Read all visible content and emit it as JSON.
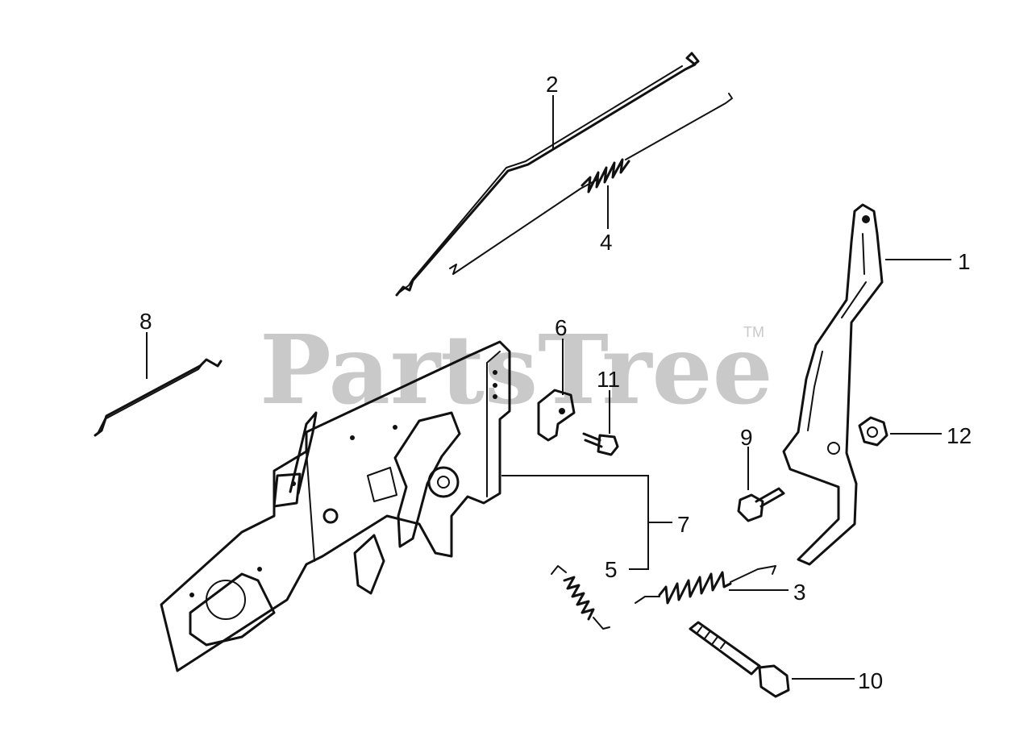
{
  "watermark": {
    "text": "PartsTree",
    "trademark": "TM"
  },
  "callouts": [
    {
      "id": "1",
      "label": "1"
    },
    {
      "id": "2",
      "label": "2"
    },
    {
      "id": "3",
      "label": "3"
    },
    {
      "id": "4",
      "label": "4"
    },
    {
      "id": "5",
      "label": "5"
    },
    {
      "id": "6",
      "label": "6"
    },
    {
      "id": "7",
      "label": "7"
    },
    {
      "id": "8",
      "label": "8"
    },
    {
      "id": "9",
      "label": "9"
    },
    {
      "id": "10",
      "label": "10"
    },
    {
      "id": "11",
      "label": "11"
    },
    {
      "id": "12",
      "label": "12"
    }
  ],
  "colors": {
    "line": "#111111",
    "watermark": "#c9c9c9",
    "background": "#ffffff"
  }
}
